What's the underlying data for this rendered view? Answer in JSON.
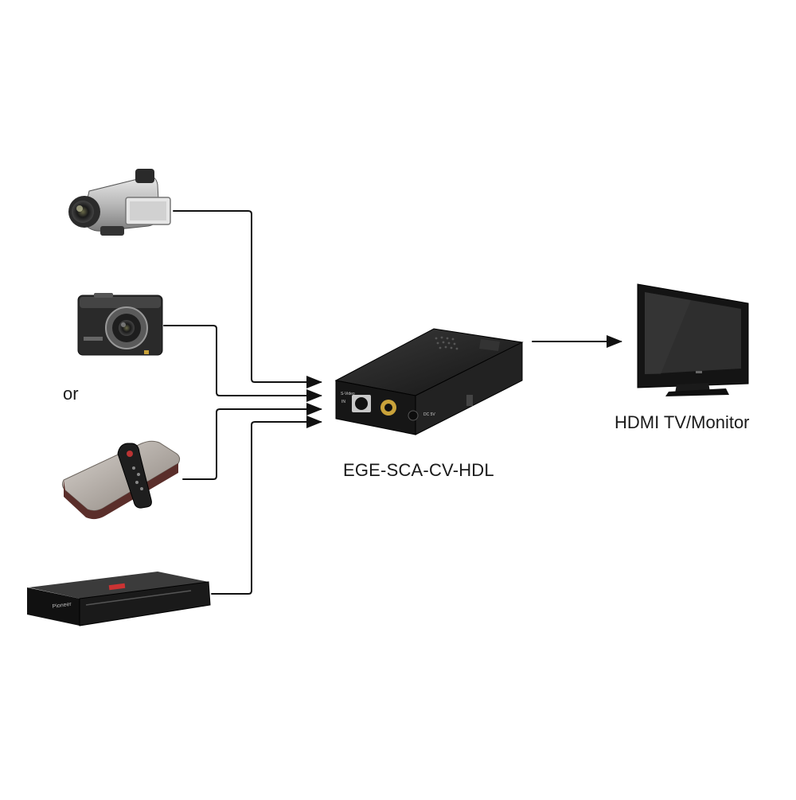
{
  "labels": {
    "or": "or",
    "converter": "EGE-SCA-CV-HDL",
    "display": "HDMI TV/Monitor"
  },
  "device_markings": {
    "converter_svideo": "S-Video",
    "converter_in": "IN",
    "converter_dc": "DC 5V",
    "dvd_brand": "Pioneer"
  },
  "colors": {
    "line": "#111111",
    "device_body": "#1b1b1b",
    "rca_gold": "#c9a23a"
  }
}
